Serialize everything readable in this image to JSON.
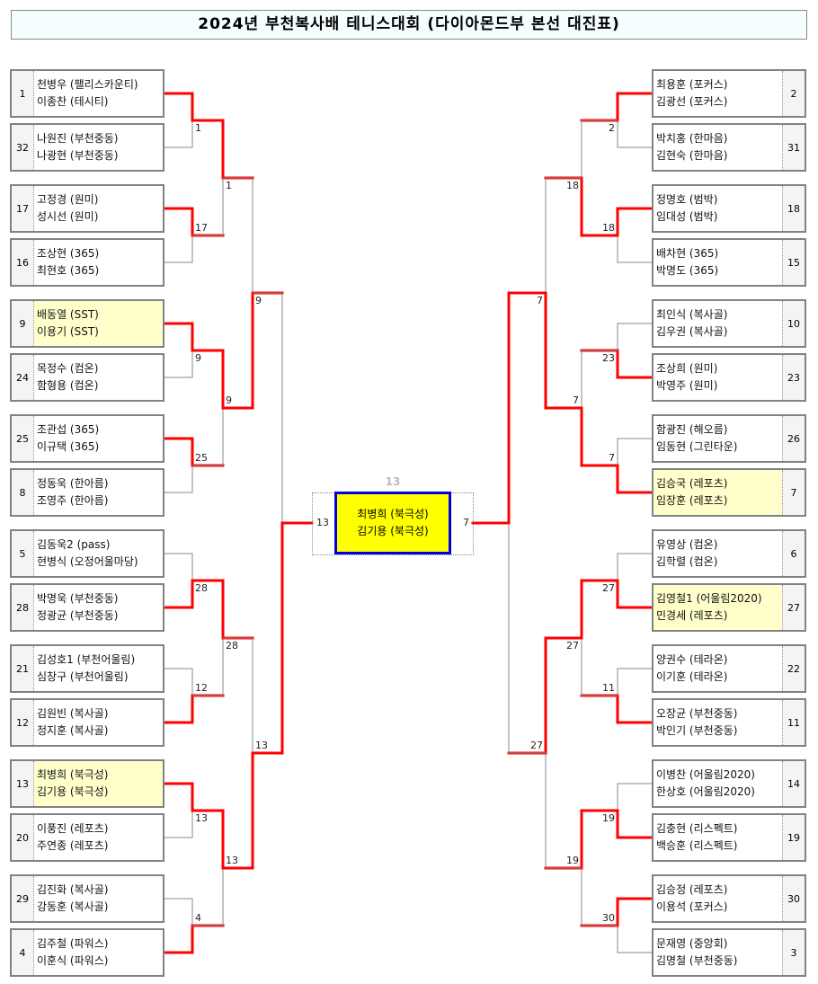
{
  "title": "2024년 부천복사배 테니스대회 (다이아몬드부 본선 대진표)",
  "colors": {
    "winner_line": "#ff0000",
    "loser_line": "#888888",
    "highlight": "#ffffcc",
    "final_bg": "#ffff00",
    "final_border": "#0000dd"
  },
  "left": [
    {
      "seed": "1",
      "players": [
        "천병우 (팰리스카운티)",
        "이종찬 (테시티)"
      ]
    },
    {
      "seed": "32",
      "players": [
        "나원진 (부천중동)",
        "나광현 (부천중동)"
      ]
    },
    {
      "seed": "17",
      "players": [
        "고정경 (원미)",
        "성시선 (원미)"
      ]
    },
    {
      "seed": "16",
      "players": [
        "조상현 (365)",
        "최현호 (365)"
      ]
    },
    {
      "seed": "9",
      "players": [
        "배동열 (SST)",
        "이용기 (SST)"
      ],
      "highlight": true
    },
    {
      "seed": "24",
      "players": [
        "목정수 (컴온)",
        "함형용 (컴온)"
      ]
    },
    {
      "seed": "25",
      "players": [
        "조관섭 (365)",
        "이규택 (365)"
      ]
    },
    {
      "seed": "8",
      "players": [
        "정동욱 (한아름)",
        "조영주 (한아름)"
      ]
    },
    {
      "seed": "5",
      "players": [
        "김동욱2 (pass)",
        "현병식 (오정어울마당)"
      ]
    },
    {
      "seed": "28",
      "players": [
        "박명욱 (부천중동)",
        "정광균 (부천중동)"
      ]
    },
    {
      "seed": "21",
      "players": [
        "김성호1 (부천어울림)",
        "심창구 (부천어울림)"
      ]
    },
    {
      "seed": "12",
      "players": [
        "김원빈 (복사골)",
        "정지훈 (복사골)"
      ]
    },
    {
      "seed": "13",
      "players": [
        "최병희 (북극성)",
        "김기용 (북극성)"
      ],
      "highlight": true
    },
    {
      "seed": "20",
      "players": [
        "이풍진 (레포츠)",
        "주연종 (레포츠)"
      ]
    },
    {
      "seed": "29",
      "players": [
        "김진화 (복사골)",
        "강동훈 (복사골)"
      ]
    },
    {
      "seed": "4",
      "players": [
        "김주철 (파워스)",
        "이훈식 (파워스)"
      ]
    }
  ],
  "right": [
    {
      "seed": "2",
      "players": [
        "최용훈 (포커스)",
        "김광선 (포커스)"
      ]
    },
    {
      "seed": "31",
      "players": [
        "박치홍 (한마음)",
        "김현숙 (한마음)"
      ]
    },
    {
      "seed": "18",
      "players": [
        "정명호 (범박)",
        "임대성 (범박)"
      ]
    },
    {
      "seed": "15",
      "players": [
        "배차현 (365)",
        "박명도 (365)"
      ]
    },
    {
      "seed": "10",
      "players": [
        "최인식 (복사골)",
        "김우권 (복사골)"
      ]
    },
    {
      "seed": "23",
      "players": [
        "조상희 (원미)",
        "박영주 (원미)"
      ]
    },
    {
      "seed": "26",
      "players": [
        "함광진 (해오름)",
        "임동현 (그린타운)"
      ]
    },
    {
      "seed": "7",
      "players": [
        "김승국 (레포츠)",
        "임장훈 (레포츠)"
      ],
      "highlight": true
    },
    {
      "seed": "6",
      "players": [
        "유영상 (컴온)",
        "김학렬 (컴온)"
      ]
    },
    {
      "seed": "27",
      "players": [
        "김영철1 (어울림2020)",
        "민경세 (레포츠)"
      ],
      "highlight": true
    },
    {
      "seed": "22",
      "players": [
        "양권수 (테라온)",
        "이기훈 (테라온)"
      ]
    },
    {
      "seed": "11",
      "players": [
        "오장균 (부천중동)",
        "박인기 (부천중동)"
      ]
    },
    {
      "seed": "14",
      "players": [
        "이병찬 (어울림2020)",
        "한상호 (어울림2020)"
      ]
    },
    {
      "seed": "19",
      "players": [
        "김충현 (리스펙트)",
        "백승훈 (리스펙트)"
      ]
    },
    {
      "seed": "30",
      "players": [
        "김승정 (레포츠)",
        "이용석 (포커스)"
      ]
    },
    {
      "seed": "3",
      "players": [
        "문재영 (중앙회)",
        "김명철 (부천중동)"
      ]
    }
  ],
  "results": {
    "left": [
      [
        "1",
        "17",
        "9",
        "25",
        "28",
        "12",
        "13",
        "4"
      ],
      [
        "1",
        "9",
        "28",
        "13"
      ],
      [
        "9",
        "13"
      ],
      [
        "13"
      ]
    ],
    "right": [
      [
        "2",
        "18",
        "23",
        "7",
        "27",
        "11",
        "19",
        "30"
      ],
      [
        "18",
        "7",
        "27",
        "19"
      ],
      [
        "7",
        "27"
      ],
      [
        "7"
      ]
    ]
  },
  "final": {
    "left_label": "13",
    "right_label": "7",
    "champion_seed": "13",
    "players": [
      "최병희 (북극성)",
      "김기용 (북극성)"
    ]
  }
}
